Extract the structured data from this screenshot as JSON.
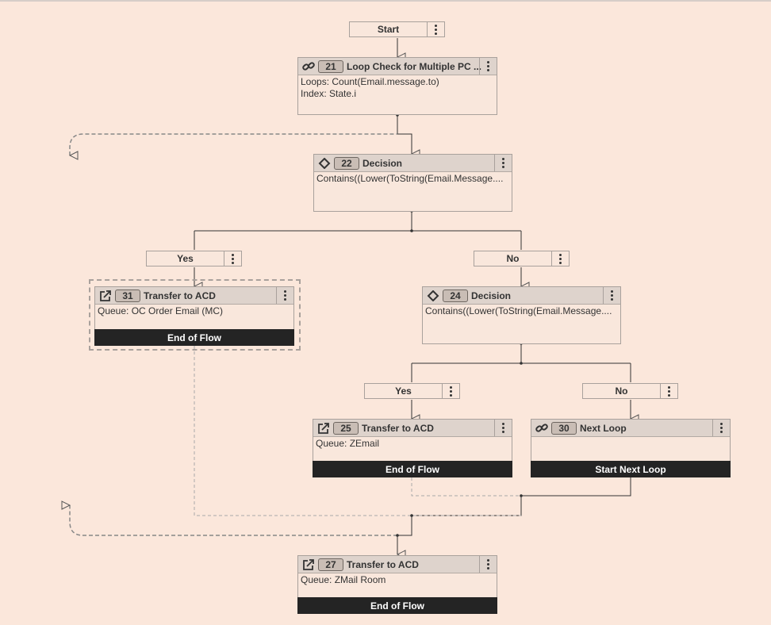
{
  "start": {
    "label": "Start"
  },
  "nodes": {
    "n21": {
      "number": "21",
      "title": "Loop Check for Multiple PC ...",
      "lines": [
        "Loops: Count(Email.message.to)",
        "Index: State.i"
      ],
      "icon": "loop-icon"
    },
    "n22": {
      "number": "22",
      "title": "Decision",
      "lines": [
        "Contains((Lower(ToString(Email.Message...."
      ],
      "icon": "decision-icon"
    },
    "n31": {
      "number": "31",
      "title": "Transfer to ACD",
      "lines": [
        "Queue: OC Order Email (MC)"
      ],
      "footer": "End of Flow",
      "icon": "transfer-icon"
    },
    "n24": {
      "number": "24",
      "title": "Decision",
      "lines": [
        "Contains((Lower(ToString(Email.Message...."
      ],
      "icon": "decision-icon"
    },
    "n25": {
      "number": "25",
      "title": "Transfer to ACD",
      "lines": [
        "Queue: ZEmail"
      ],
      "footer": "End of Flow",
      "icon": "transfer-icon"
    },
    "n30": {
      "number": "30",
      "title": "Next Loop",
      "lines": [],
      "footer": "Start Next Loop",
      "icon": "loop-icon"
    },
    "n27": {
      "number": "27",
      "title": "Transfer to ACD",
      "lines": [
        "Queue: ZMail Room"
      ],
      "footer": "End of Flow",
      "icon": "transfer-icon"
    }
  },
  "branches": {
    "b22yes": {
      "label": "Yes"
    },
    "b22no": {
      "label": "No"
    },
    "b24yes": {
      "label": "Yes"
    },
    "b24no": {
      "label": "No"
    }
  },
  "colors": {
    "background": "#fbe7db",
    "header": "#ded3cc",
    "footer": "#242424",
    "wire": "#333333",
    "dashed": "#999999"
  }
}
